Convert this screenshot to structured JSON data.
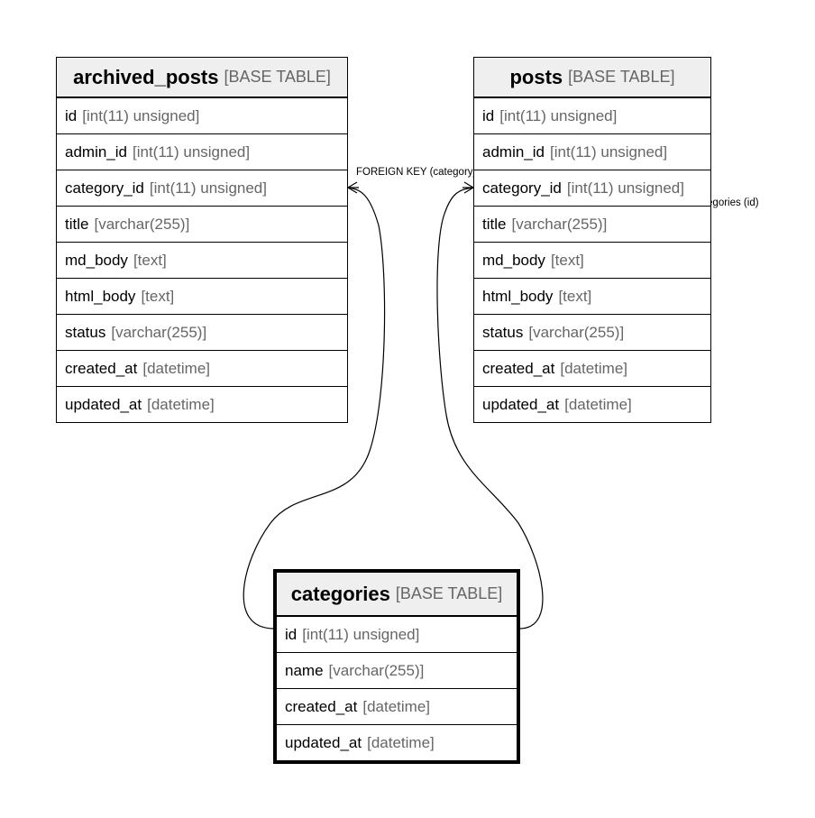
{
  "tables": [
    {
      "name": "archived_posts",
      "type": "[BASE TABLE]",
      "columns": [
        {
          "name": "id",
          "type": "[int(11) unsigned]"
        },
        {
          "name": "admin_id",
          "type": "[int(11) unsigned]"
        },
        {
          "name": "category_id",
          "type": "[int(11) unsigned]"
        },
        {
          "name": "title",
          "type": "[varchar(255)]"
        },
        {
          "name": "md_body",
          "type": "[text]"
        },
        {
          "name": "html_body",
          "type": "[text]"
        },
        {
          "name": "status",
          "type": "[varchar(255)]"
        },
        {
          "name": "created_at",
          "type": "[datetime]"
        },
        {
          "name": "updated_at",
          "type": "[datetime]"
        }
      ]
    },
    {
      "name": "posts",
      "type": "[BASE TABLE]",
      "columns": [
        {
          "name": "id",
          "type": "[int(11) unsigned]"
        },
        {
          "name": "admin_id",
          "type": "[int(11) unsigned]"
        },
        {
          "name": "category_id",
          "type": "[int(11) unsigned]"
        },
        {
          "name": "title",
          "type": "[varchar(255)]"
        },
        {
          "name": "md_body",
          "type": "[text]"
        },
        {
          "name": "html_body",
          "type": "[text]"
        },
        {
          "name": "status",
          "type": "[varchar(255)]"
        },
        {
          "name": "created_at",
          "type": "[datetime]"
        },
        {
          "name": "updated_at",
          "type": "[datetime]"
        }
      ]
    },
    {
      "name": "categories",
      "type": "[BASE TABLE]",
      "columns": [
        {
          "name": "id",
          "type": "[int(11) unsigned]"
        },
        {
          "name": "name",
          "type": "[varchar(255)]"
        },
        {
          "name": "created_at",
          "type": "[datetime]"
        },
        {
          "name": "updated_at",
          "type": "[datetime]"
        }
      ]
    }
  ],
  "relations": [
    {
      "label": "FOREIGN KEY (category_id) REFERENCES categories (id)"
    },
    {
      "label": "FOREIGN KEY (category_id) REFERENCES categories (id)"
    }
  ]
}
